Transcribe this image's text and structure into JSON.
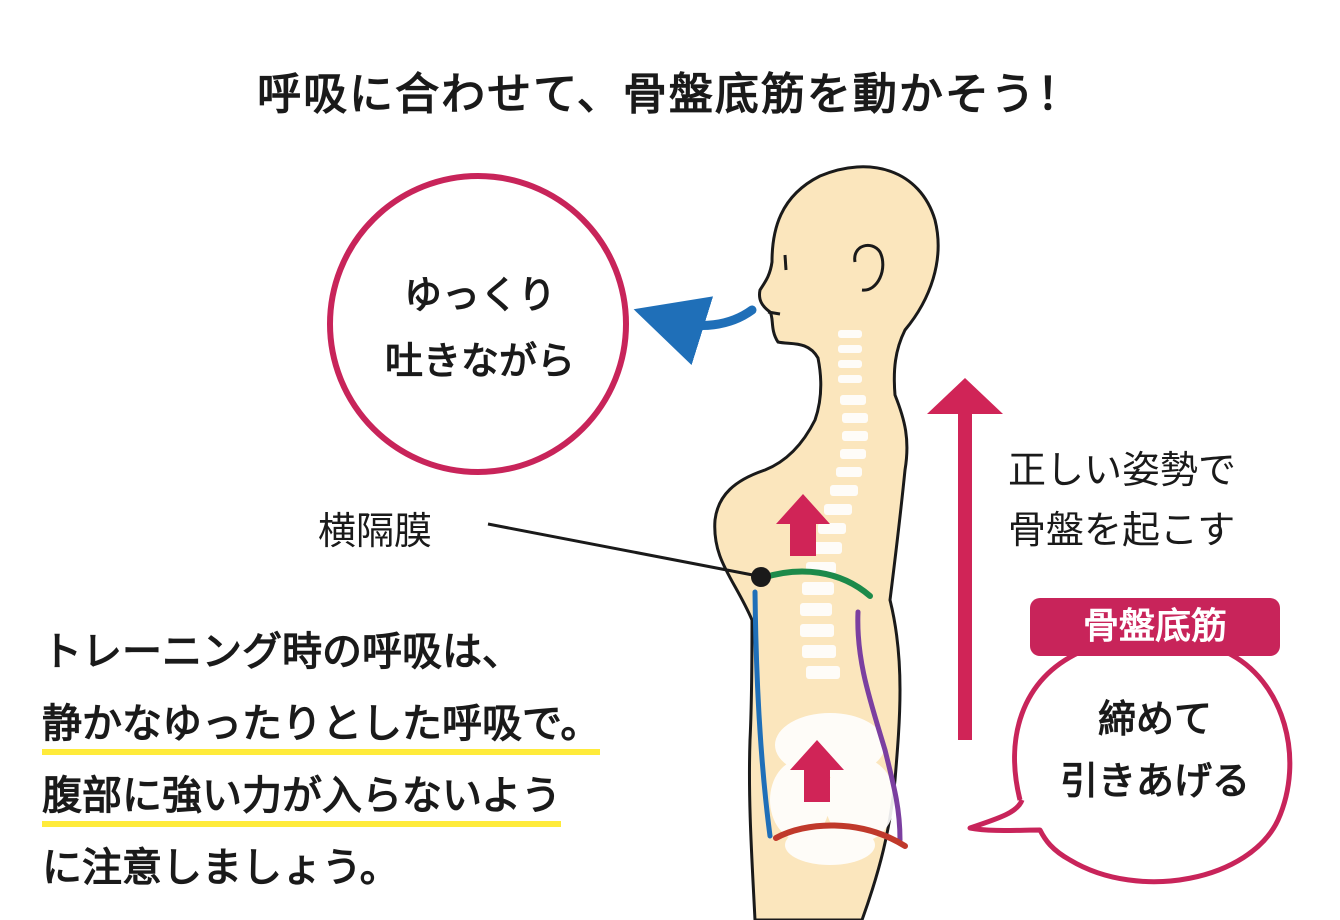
{
  "title": "呼吸に合わせて、骨盤底筋を動かそう！",
  "exhale": {
    "line1": "ゆっくり",
    "line2": "吐きながら"
  },
  "diaphragm_label": "横隔膜",
  "posture": {
    "line1": "正しい姿勢で",
    "line2": "骨盤を起こす"
  },
  "pelvic_floor": {
    "tag": "骨盤底筋",
    "line1": "締めて",
    "line2": "引きあげる"
  },
  "notes": [
    "トレーニング時の呼吸は、",
    "静かなゆったりとした呼吸で。",
    "腹部に強い力が入らないよう",
    "に注意しましょう。"
  ],
  "colors": {
    "accent": "#c8245a",
    "breath_arrow": "#1f6fb8",
    "skin": "#fbe6bd",
    "diaphragm": "#1d8a4a",
    "front_muscle": "#1f6fb8",
    "back_muscle": "#7b3fa0",
    "floor_muscle": "#c0392b",
    "highlight": "#ffeb3b"
  }
}
